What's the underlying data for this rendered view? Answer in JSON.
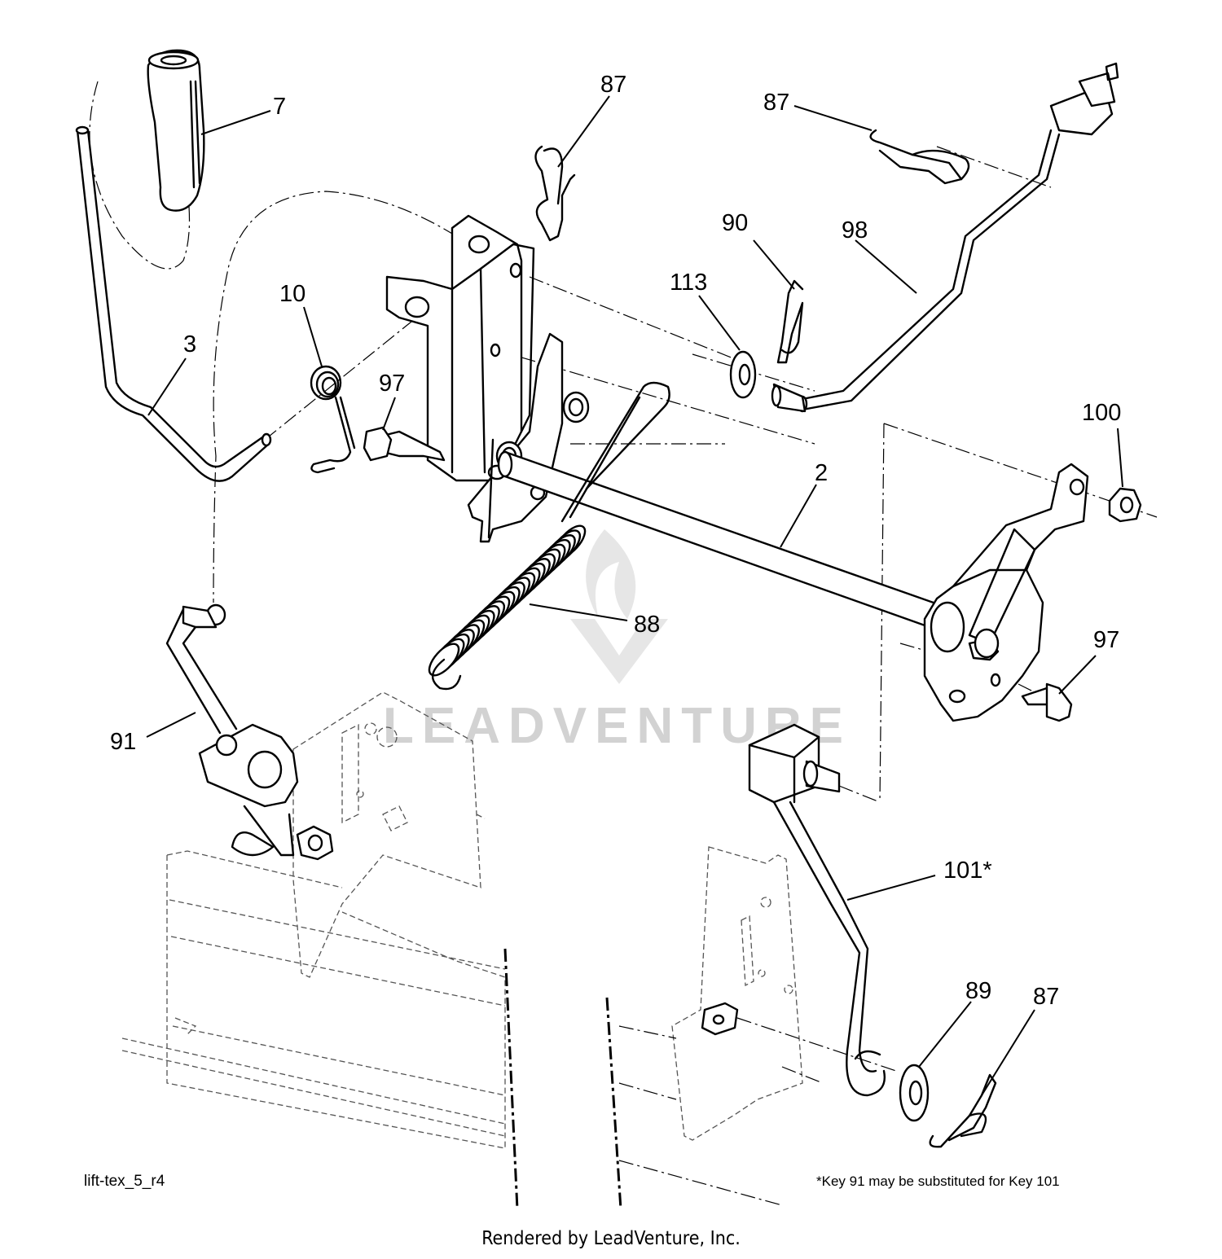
{
  "figure_id": "lift-tex_5_r4",
  "footnote": "*Key 91 may be substituted for Key 101",
  "watermark": "LEADVENTURE",
  "credit": "Rendered by LeadVenture, Inc.",
  "callouts": [
    {
      "key": "7",
      "label": "7"
    },
    {
      "key": "87-a",
      "label": "87"
    },
    {
      "key": "87-b",
      "label": "87"
    },
    {
      "key": "90",
      "label": "90"
    },
    {
      "key": "98",
      "label": "98"
    },
    {
      "key": "113",
      "label": "113"
    },
    {
      "key": "10",
      "label": "10"
    },
    {
      "key": "3",
      "label": "3"
    },
    {
      "key": "97-a",
      "label": "97"
    },
    {
      "key": "100",
      "label": "100"
    },
    {
      "key": "2",
      "label": "2"
    },
    {
      "key": "88",
      "label": "88"
    },
    {
      "key": "97-b",
      "label": "97"
    },
    {
      "key": "91",
      "label": "91"
    },
    {
      "key": "101",
      "label": "101*"
    },
    {
      "key": "89",
      "label": "89"
    },
    {
      "key": "87-c",
      "label": "87"
    }
  ]
}
